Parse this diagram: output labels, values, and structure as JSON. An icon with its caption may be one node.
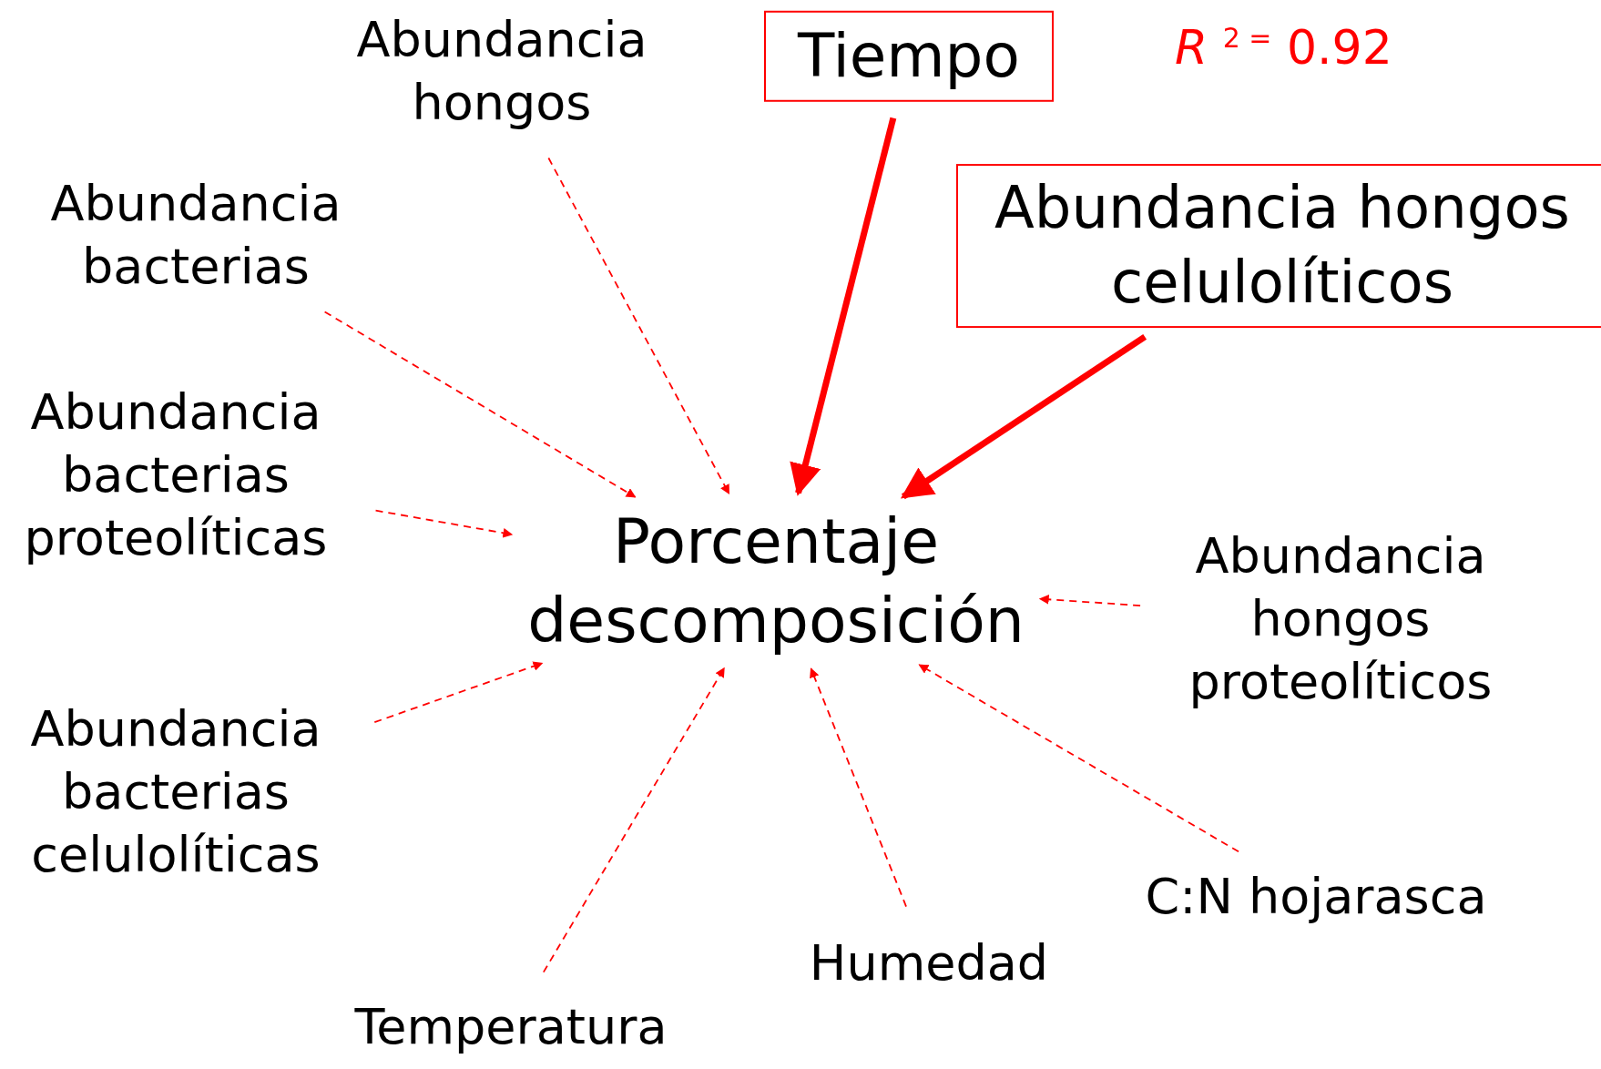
{
  "diagram": {
    "nodes": [
      {
        "text": [
          "Abundancia hongos"
        ]
      },
      {
        "text": [
          "Tiempo"
        ]
      },
      {
        "text": [
          "Abundancia bacterias"
        ]
      },
      {
        "text": [
          "Abundancia hongos celulolíticos"
        ]
      },
      {
        "text": [
          "Abundancia bacterias proteolíticas"
        ]
      },
      {
        "text": [
          "Porcentaje descomposición"
        ]
      },
      {
        "text": [
          "Abundancia hongos proteolíticos"
        ]
      },
      {
        "text": [
          "Abundancia bacterias celulolíticas"
        ]
      },
      {
        "text": [
          "C:N hojarasca"
        ]
      },
      {
        "text": [
          "Humedad"
        ]
      },
      {
        "text": [
          "Temperatura"
        ]
      }
    ],
    "edges": [
      {
        "from": 0,
        "to": 5,
        "arrow": "to",
        "style": "dashed"
      },
      {
        "from": 1,
        "to": 5,
        "arrow": "to",
        "style": "thick"
      },
      {
        "from": 2,
        "to": 5,
        "arrow": "to",
        "style": "dashed"
      },
      {
        "from": 3,
        "to": 5,
        "arrow": "to",
        "style": "thick"
      },
      {
        "from": 4,
        "to": 5,
        "arrow": "to",
        "style": "dashed"
      },
      {
        "from": 6,
        "to": 5,
        "arrow": "to",
        "style": "dashed"
      },
      {
        "from": 7,
        "to": 5,
        "arrow": "to",
        "style": "dashed"
      },
      {
        "from": 8,
        "to": 5,
        "arrow": "to",
        "style": "dashed"
      },
      {
        "from": 9,
        "to": 5,
        "arrow": "to",
        "style": "dashed"
      },
      {
        "from": 10,
        "to": 5,
        "arrow": "to",
        "style": "dashed"
      }
    ],
    "labels": [
      "*R* $^{2 =}$ 0.92"
    ]
  }
}
